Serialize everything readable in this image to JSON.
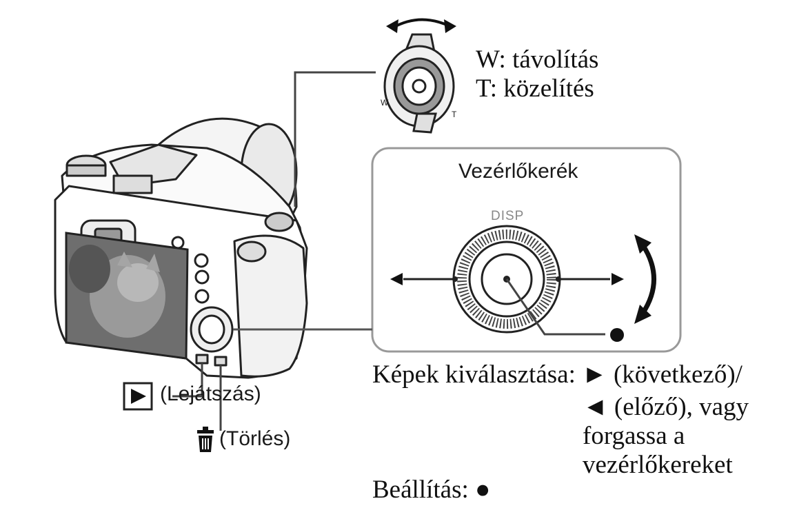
{
  "zoom_lever": {
    "wide": "W: távolítás",
    "tele": "T: közelítés"
  },
  "control_wheel": {
    "title": "Vezérlőkerék",
    "disp": "DISP"
  },
  "buttons": {
    "playback": "(Lejátszás)",
    "delete": "(Törlés)"
  },
  "instructions": {
    "select_line1": "Képek kiválasztása: ► (következő)/",
    "select_rest": "◄ (előző), vagy forgassa a vezérlőkereket",
    "set": "Beállítás: ●"
  }
}
